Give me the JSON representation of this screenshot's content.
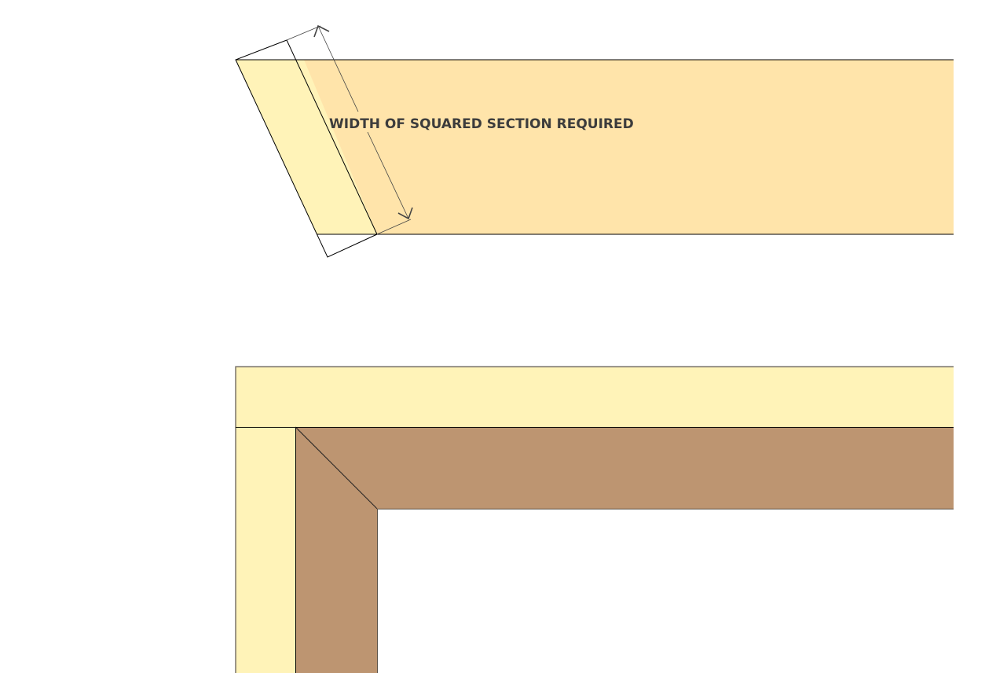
{
  "diagram": {
    "top_figure": {
      "description": "Board cut at an angle with squared section overlay",
      "label": "WIDTH OF SQUARED SECTION REQUIRED",
      "colors": {
        "board": "#FFE4AA",
        "squared_section": "#FFF3B8",
        "outline": "#000000",
        "dimension": "#444444",
        "label": "#3c3c3c"
      }
    },
    "bottom_figure": {
      "description": "Mitred corner frame with outer squared border",
      "colors": {
        "outer_frame": "#FFF3B8",
        "mitred_frame": "#BD9571",
        "outer_border": "#7a7468",
        "outline": "#000000"
      }
    }
  }
}
